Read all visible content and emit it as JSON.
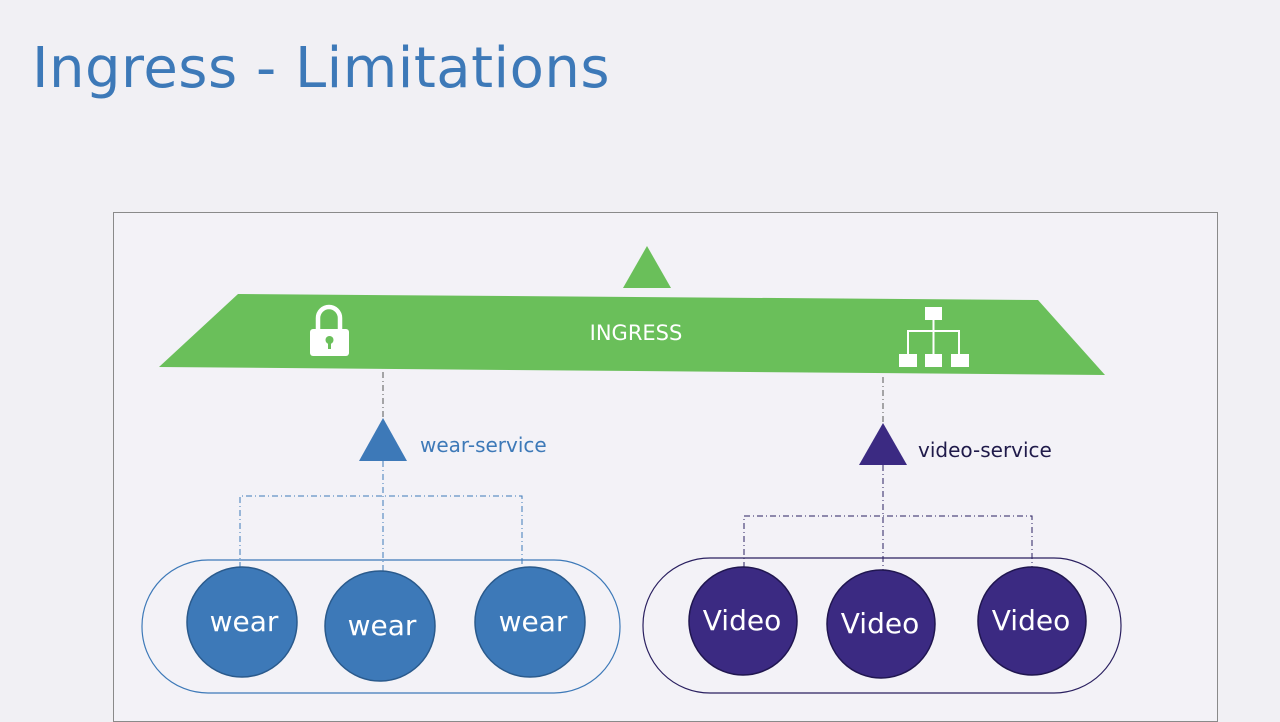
{
  "slide": {
    "title": "Ingress - Limitations"
  },
  "ingress": {
    "label": "INGRESS",
    "icons": [
      "lock-icon",
      "hierarchy-icon"
    ]
  },
  "services": [
    {
      "name": "wear-service",
      "color": "#3d79b8"
    },
    {
      "name": "video-service",
      "color": "#3b2a82"
    }
  ],
  "pods": {
    "wear": [
      "wear",
      "wear",
      "wear"
    ],
    "video": [
      "Video",
      "Video",
      "Video"
    ]
  },
  "colors": {
    "title": "#3d79b8",
    "ingress": "#6abf5a",
    "wear": "#3d79b8",
    "video": "#3b2a82"
  }
}
